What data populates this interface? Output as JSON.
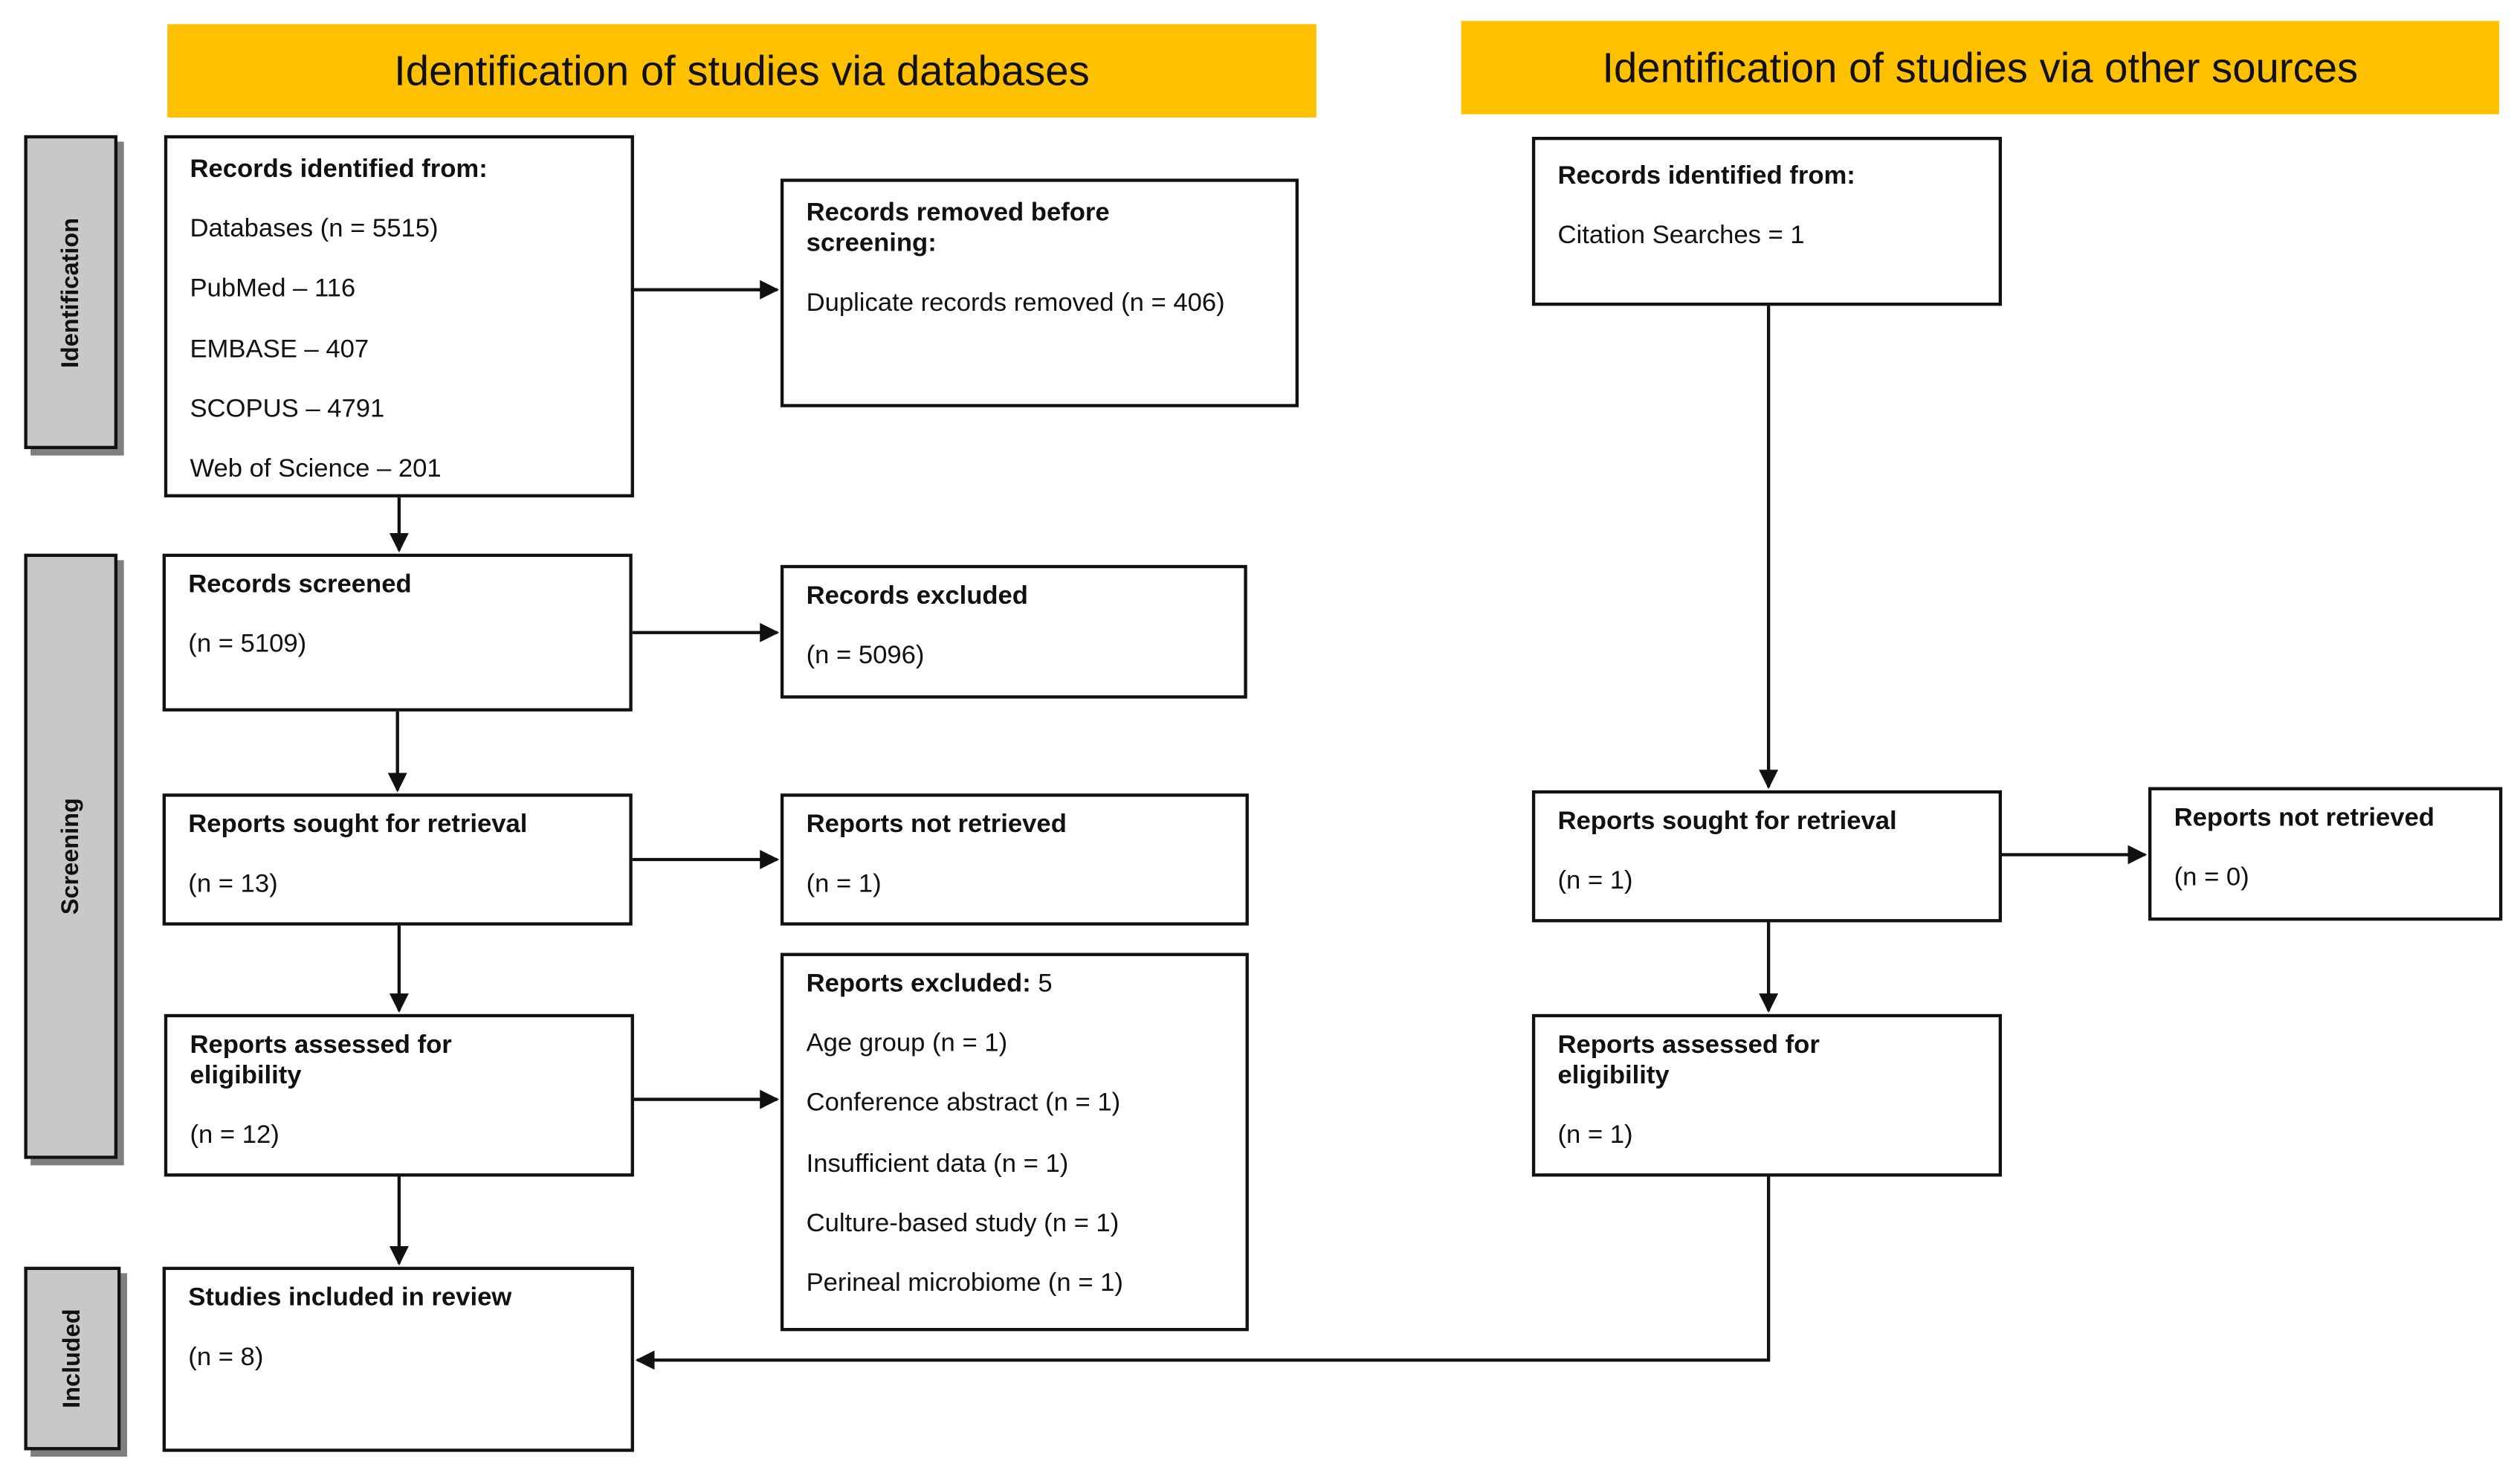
{
  "headers": {
    "databases": "Identification of studies via databases",
    "other": "Identification of studies via other sources"
  },
  "stages": {
    "identification": "Identification",
    "screening": "Screening",
    "included": "Included"
  },
  "db": {
    "identified": {
      "title": "Records identified from:",
      "lines": [
        "Databases (n = 5515)",
        "PubMed – 116",
        "EMBASE  – 407",
        "SCOPUS  – 4791",
        "Web of Science – 201"
      ]
    },
    "removed": {
      "title": "Records removed before screening:",
      "line": "Duplicate records removed (n = 406)"
    },
    "screened": {
      "title": "Records screened",
      "line": "(n = 5109)"
    },
    "excluded": {
      "title": "Records excluded",
      "line": "(n = 5096)"
    },
    "sought": {
      "title": "Reports sought for retrieval",
      "line": "(n = 13)"
    },
    "not_retrieved": {
      "title": "Reports not retrieved",
      "line": "(n = 1)"
    },
    "assessed": {
      "title": "Reports assessed for eligibility",
      "line": "(n = 12)"
    },
    "reports_excluded": {
      "title": "Reports excluded:",
      "count": " 5",
      "lines": [
        "Age group (n = 1)",
        "Conference abstract (n = 1)",
        "Insufficient data (n = 1)",
        "Culture-based study  (n = 1)",
        "Perineal microbiome (n = 1)"
      ]
    },
    "included": {
      "title": "Studies included in review",
      "line": "(n = 8)"
    }
  },
  "other": {
    "identified": {
      "title": "Records identified from:",
      "line": "Citation Searches = 1"
    },
    "sought": {
      "title": "Reports sought for retrieval",
      "line": "(n = 1)"
    },
    "not_retrieved": {
      "title": "Reports not retrieved",
      "line": "(n = 0)"
    },
    "assessed": {
      "title": "Reports assessed for eligibility",
      "line": "(n = 1)"
    }
  },
  "colors": {
    "header_bg": "#ffc000",
    "stage_bg": "#c8c8c8",
    "stroke": "#111111"
  }
}
